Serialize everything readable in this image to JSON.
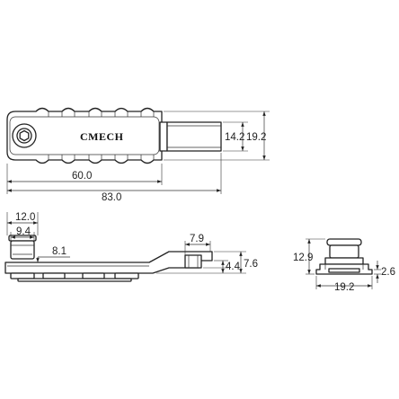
{
  "brand": "CMECH",
  "top_view": {
    "dims": {
      "inner_height": "14.2",
      "outer_height": "19.2",
      "length_inner": "60.0",
      "length_total": "83.0"
    }
  },
  "side_view": {
    "dims": {
      "width_top": "12.0",
      "width_inner": "9.4",
      "offset": "8.1",
      "slot_width": "7.9",
      "height_a": "4.4",
      "height_b": "7.6"
    }
  },
  "end_view": {
    "dims": {
      "height": "12.9",
      "base_height": "2.6",
      "width": "19.2"
    }
  }
}
